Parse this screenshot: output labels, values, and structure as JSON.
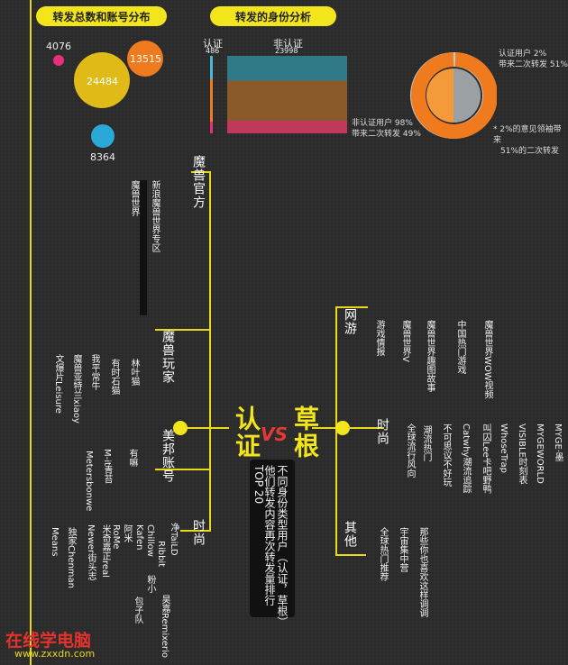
{
  "headers": {
    "left": "转发总数和账号分布",
    "right": "转发的身份分析"
  },
  "bubbles": [
    {
      "value": "4076",
      "color": "#e8307a"
    },
    {
      "value": "24484",
      "color": "#e0bb18"
    },
    {
      "value": "13515",
      "color": "#f07b1e"
    },
    {
      "value": "8364",
      "color": "#2aa8d8"
    }
  ],
  "bar_section": {
    "certified_label": "认证",
    "certified_value": "486",
    "uncertified_label": "非认证",
    "uncertified_value": "23998"
  },
  "donut": {
    "note_top": [
      "认证用户 2%",
      "带来二次转发 51%"
    ],
    "note_bottom": [
      "非认证用户 98%",
      "带来二次转发 49%"
    ],
    "note_right": [
      "* 2%的意见领袖带来",
      "51%的二次转发"
    ]
  },
  "chart_data": {
    "type": "bar",
    "bars": [
      {
        "name": "认证",
        "value": 486
      },
      {
        "name": "非认证",
        "value": 23998
      }
    ],
    "donut": [
      {
        "name": "认证用户",
        "share": 2,
        "secondary_share": 51
      },
      {
        "name": "非认证用户",
        "share": 98,
        "secondary_share": 49
      }
    ],
    "bubbles": [
      4076,
      24484,
      13515,
      8364
    ]
  },
  "center": {
    "left": "认证",
    "vs": "VS",
    "right": "草根"
  },
  "caption": [
    "不同身份类型用户（认证，草根）",
    "他们转发内容再次转发量排行",
    "TOP 20"
  ],
  "left_groups": [
    {
      "name": "魔兽官方",
      "items": [
        "新浪魔兽世界专区",
        "魔兽世界"
      ]
    },
    {
      "name": "魔兽玩家",
      "items": [
        "林叶猫",
        "有时石猫",
        "我平常牛",
        "魔兽亚特兰xiaoy",
        "文爆片Leisure"
      ]
    },
    {
      "name": "美邦账号",
      "items": [
        "有嘛",
        "M-it青苔",
        "Metersbonwe"
      ]
    },
    {
      "name": "时尚",
      "items": [
        "净TaiLD",
        "Ribbit",
        "Chillow",
        "昊嘉Remixerio",
        "Kafen",
        "包子队",
        "粉小",
        "阿米",
        "米奇嘉正real",
        "RoMe",
        "Newer街头志",
        "独家Chenman",
        "Means"
      ]
    }
  ],
  "right_groups": [
    {
      "name": "网游",
      "items": [
        "游戏情报",
        "魔兽世界V",
        "魔兽世界趣图故事",
        "中国热门游戏",
        "魔兽世界WOW视频"
      ]
    },
    {
      "name": "时尚",
      "items": [
        "全球流行风向",
        "潮流热门",
        "不可思议不好玩",
        "Catwhy潮流追踪",
        "叫囚Lee卡吧野鸭",
        "WhoseTrap",
        "VISIBLE时刻表",
        "MYGEWORLD",
        "MYGE·墨"
      ]
    },
    {
      "name": "其他",
      "items": [
        "全球热门推荐",
        "宇宙集中营",
        "那些你也喜欢这样调调"
      ]
    }
  ],
  "watermark": {
    "title": "在线学电脑",
    "url": "www.zxxdn.com"
  }
}
